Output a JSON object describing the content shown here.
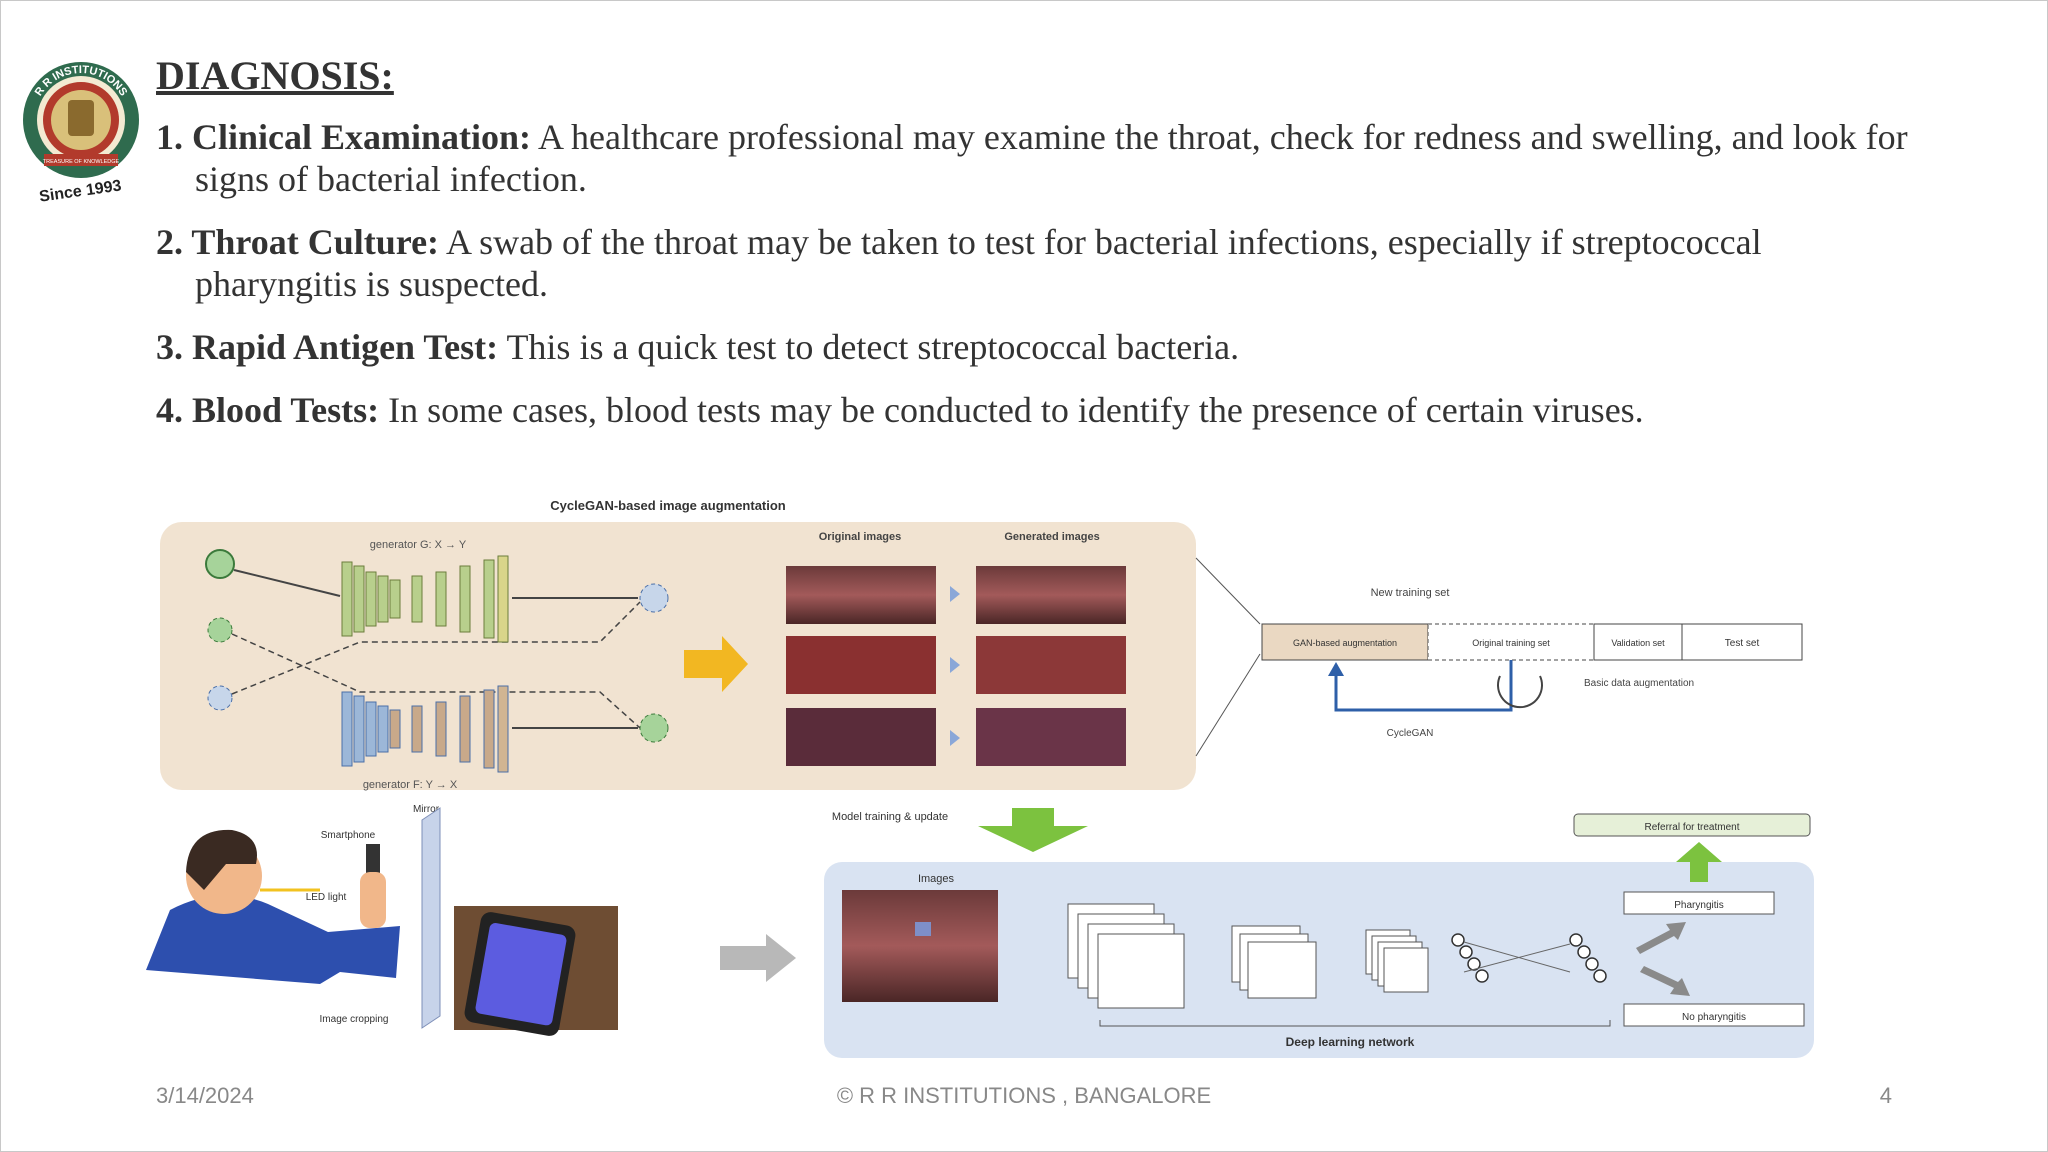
{
  "logo": {
    "top_text": "R R INSTITUTIONS",
    "motto": "TREASURE OF KNOWLEDGE",
    "since": "Since 1993"
  },
  "slide": {
    "title": "DIAGNOSIS:",
    "items": [
      {
        "num": "1.",
        "term": "Clinical Examination:",
        "text": " A healthcare professional may examine the throat, check for redness and swelling, and look for signs of bacterial infection."
      },
      {
        "num": "2.",
        "term": "Throat Culture:",
        "text": " A swab of the throat may be taken to test for bacterial infections, especially if streptococcal pharyngitis is suspected."
      },
      {
        "num": "3.",
        "term": "Rapid Antigen Test:",
        "text": " This is a quick test to detect streptococcal bacteria."
      },
      {
        "num": "4.",
        "term": "Blood Tests:",
        "text": " In some cases, blood tests may be conducted to identify the presence of certain viruses."
      }
    ]
  },
  "figure": {
    "top_title": "CycleGAN-based image augmentation",
    "gen_g": "generator G: X → Y",
    "gen_f": "generator F: Y → X",
    "original_images": "Original images",
    "generated_images": "Generated images",
    "new_training_set": "New training set",
    "gan_aug": "GAN-based augmentation",
    "orig_train": "Original training set",
    "validation": "Validation set",
    "test_set": "Test set",
    "basic_aug": "Basic data augmentation",
    "cyclegan": "CycleGAN",
    "model_training": "Model training & update",
    "mirror": "Mirror",
    "smartphone": "Smartphone",
    "led_light": "LED light",
    "image_cropping": "Image cropping",
    "images": "Images",
    "referral": "Referral for treatment",
    "pharyngitis": "Pharyngitis",
    "no_pharyngitis": "No pharyngitis",
    "deep_learning": "Deep learning network"
  },
  "footer": {
    "date": "3/14/2024",
    "center": "© R R INSTITUTIONS , BANGALORE",
    "page": "4"
  }
}
